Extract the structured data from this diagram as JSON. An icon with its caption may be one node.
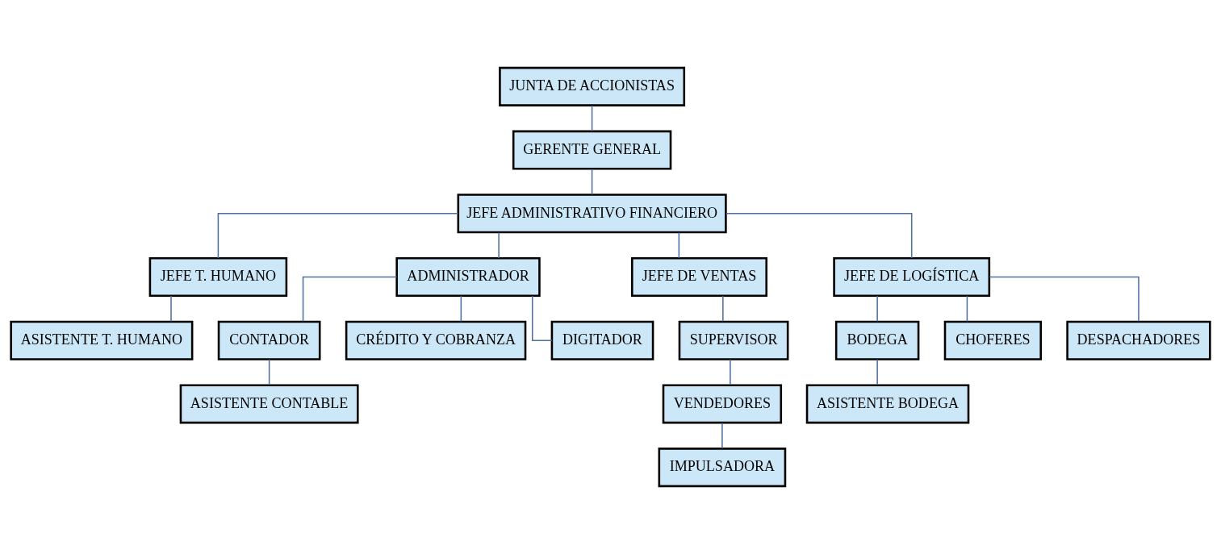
{
  "diagram": {
    "nodes": [
      {
        "text": [
          "JUNTA DE ACCIONISTAS"
        ]
      },
      {
        "text": [
          "GERENTE GENERAL"
        ]
      },
      {
        "text": [
          "JEFE ADMINISTRATIVO FINANCIERO"
        ]
      },
      {
        "text": [
          "JEFE T. HUMANO"
        ]
      },
      {
        "text": [
          "ADMINISTRADOR"
        ]
      },
      {
        "text": [
          "JEFE DE VENTAS"
        ]
      },
      {
        "text": [
          "JEFE DE LOGÍSTICA"
        ]
      },
      {
        "text": [
          "ASISTENTE T. HUMANO"
        ]
      },
      {
        "text": [
          "CONTADOR"
        ]
      },
      {
        "text": [
          "CRÉDITO Y COBRANZA"
        ]
      },
      {
        "text": [
          "DIGITADOR"
        ]
      },
      {
        "text": [
          "SUPERVISOR"
        ]
      },
      {
        "text": [
          "ASISTENTE CONTABLE"
        ]
      },
      {
        "text": [
          "VENDEDORES"
        ]
      },
      {
        "text": [
          "BODEGA"
        ]
      },
      {
        "text": [
          "CHOFERES"
        ]
      },
      {
        "text": [
          "DESPACHADORES"
        ]
      },
      {
        "text": [
          "IMPULSADORA"
        ]
      },
      {
        "text": [
          "ASISTENTE BODEGA"
        ]
      }
    ],
    "edges": [
      {
        "from": 0,
        "to": 1,
        "arrow": "none"
      },
      {
        "from": 1,
        "to": 2,
        "arrow": "none"
      },
      {
        "from": 2,
        "to": 3,
        "arrow": "none"
      },
      {
        "from": 2,
        "to": 4,
        "arrow": "none"
      },
      {
        "from": 2,
        "to": 5,
        "arrow": "none"
      },
      {
        "from": 2,
        "to": 6,
        "arrow": "none"
      },
      {
        "from": 3,
        "to": 7,
        "arrow": "none"
      },
      {
        "from": 4,
        "to": 8,
        "arrow": "none"
      },
      {
        "from": 4,
        "to": 9,
        "arrow": "none"
      },
      {
        "from": 4,
        "to": 10,
        "arrow": "none"
      },
      {
        "from": 8,
        "to": 12,
        "arrow": "none"
      },
      {
        "from": 5,
        "to": 11,
        "arrow": "none"
      },
      {
        "from": 11,
        "to": 13,
        "arrow": "none"
      },
      {
        "from": 13,
        "to": 17,
        "arrow": "none"
      },
      {
        "from": 6,
        "to": 14,
        "arrow": "none"
      },
      {
        "from": 6,
        "to": 15,
        "arrow": "none"
      },
      {
        "from": 6,
        "to": 16,
        "arrow": "none"
      },
      {
        "from": 14,
        "to": 18,
        "arrow": "none"
      }
    ]
  }
}
